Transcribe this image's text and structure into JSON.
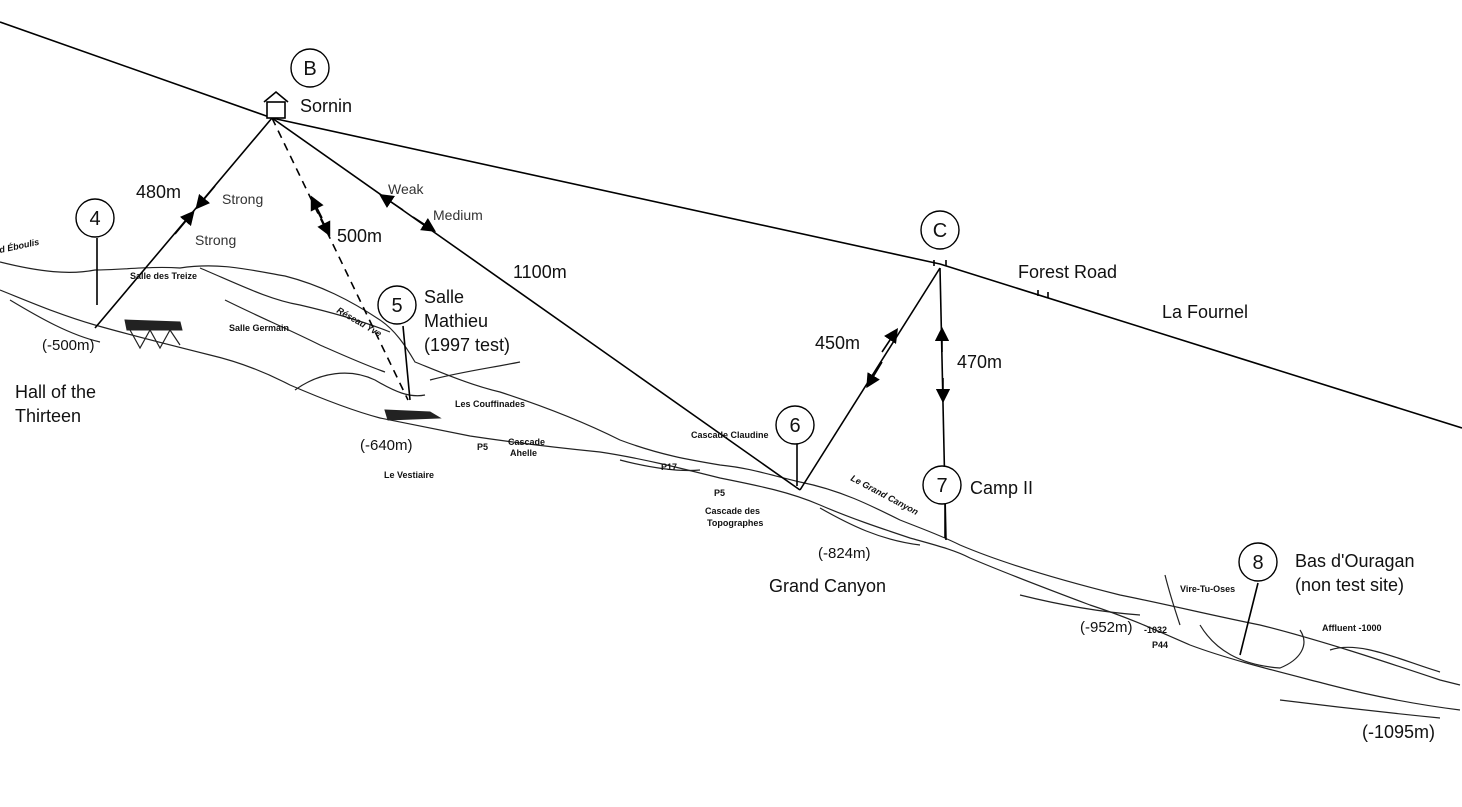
{
  "stations": {
    "b": {
      "label": "B",
      "name": "Sornin"
    },
    "c": {
      "label": "C",
      "name": "Forest Road",
      "extra": "La Fournel"
    },
    "s4": {
      "label": "4",
      "name_line1": "Hall of the",
      "name_line2": "Thirteen",
      "depth": "(-500m)"
    },
    "s5": {
      "label": "5",
      "name_line1": "Salle",
      "name_line2": "Mathieu",
      "name_line3": "(1997 test)",
      "depth": "(-640m)"
    },
    "s6": {
      "label": "6",
      "name": "Grand Canyon",
      "depth": "(-824m)"
    },
    "s7": {
      "label": "7",
      "name": "Camp II"
    },
    "s8": {
      "label": "8",
      "name_line1": "Bas d'Ouragan",
      "name_line2": "(non test site)",
      "depth": "(-952m)",
      "bottom_depth": "(-1095m)"
    }
  },
  "links": {
    "b_4": {
      "distance": "480m",
      "strength_1": "Strong",
      "strength_2": "Strong"
    },
    "b_5": {
      "distance": "500m"
    },
    "b_6": {
      "distance": "1100m",
      "strength_1": "Weak",
      "strength_2": "Medium"
    },
    "c_6": {
      "distance": "450m"
    },
    "c_7": {
      "distance": "470m"
    }
  },
  "cave_labels": {
    "eboulis": "d Éboulis",
    "salle_treize": "Salle des Treize",
    "salle_germain": "Salle Germain",
    "reseau_yve": "Réseau Yve",
    "couffinades": "Les Couffinades",
    "vestiaire": "Le Vestiaire",
    "p5_a": "P5",
    "cascade_ahelle_1": "Cascade",
    "cascade_ahelle_2": "Ahelle",
    "cascade_claudine": "Cascade Claudine",
    "p17": "P17",
    "p5_b": "P5",
    "topographes_1": "Cascade des",
    "topographes_2": "Topographes",
    "le_grand_canyon": "Le Grand Canyon",
    "vire_tu_oses": "Vire-Tu-Oses",
    "d1032": "-1032",
    "p44": "P44",
    "affluent": "Affluent -1000"
  }
}
